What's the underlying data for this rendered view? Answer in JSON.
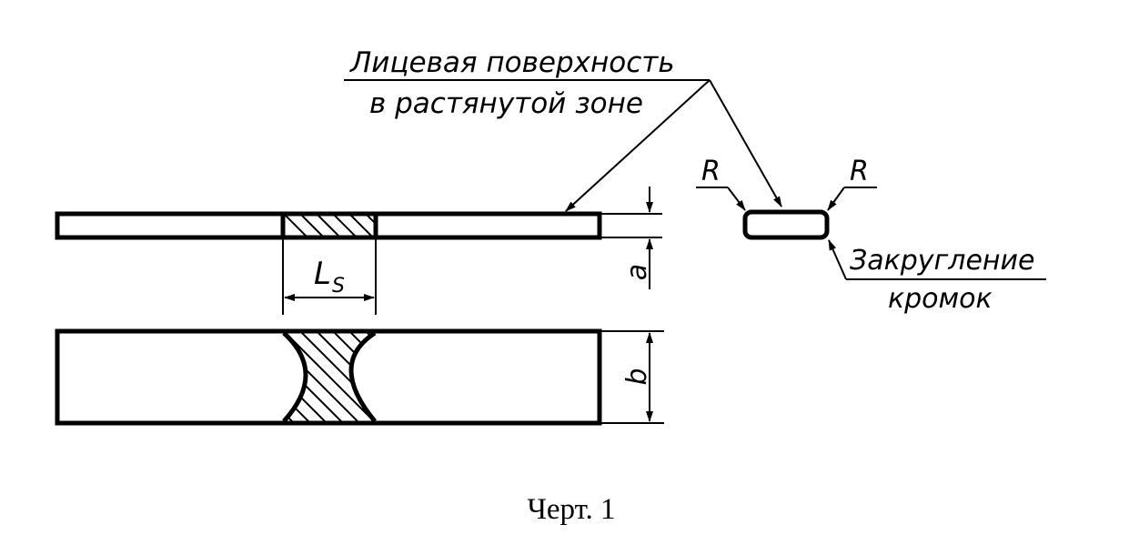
{
  "labels": {
    "face_surface_line1": "Лицевая поверхность",
    "face_surface_line2": "в растянутой зоне",
    "radius_left": "R",
    "radius_right": "R",
    "edge_rounding_line1": "Закругление",
    "edge_rounding_line2": "кромок",
    "weld_length_main": "L",
    "weld_length_sub": "S",
    "thickness": "a",
    "width": "b"
  },
  "caption": "Черт. 1"
}
